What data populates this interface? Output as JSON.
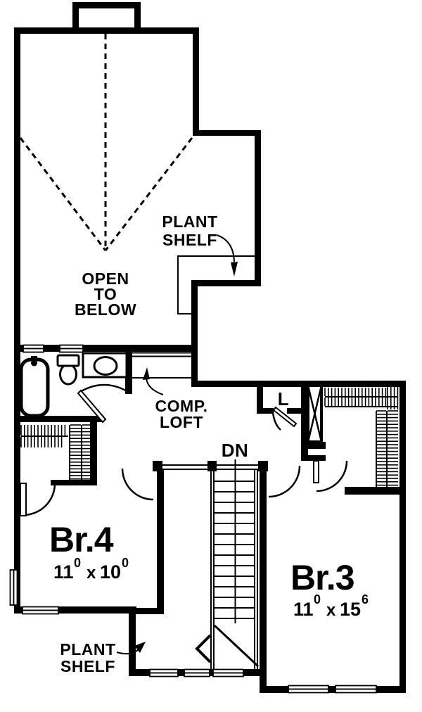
{
  "colors": {
    "ink": "#000000",
    "paper": "#ffffff"
  },
  "rooms": {
    "open_to_below": {
      "l1": "OPEN",
      "l2": "TO",
      "l3": "BELOW"
    },
    "br4": {
      "name": "Br.4",
      "w": "11",
      "w_sup": "0",
      "sep": "x",
      "l": "10",
      "l_sup": "0"
    },
    "br3": {
      "name": "Br.3",
      "w": "11",
      "w_sup": "0",
      "sep": "x",
      "l": "15",
      "l_sup": "6"
    }
  },
  "annotations": {
    "plant_shelf_top": {
      "l1": "PLANT",
      "l2": "SHELF"
    },
    "comp_loft": {
      "l1": "COMP.",
      "l2": "LOFT"
    },
    "linen_label": "L",
    "down_label": "DN",
    "plant_shelf_bottom": {
      "l1": "PLANT",
      "l2": "SHELF"
    }
  }
}
